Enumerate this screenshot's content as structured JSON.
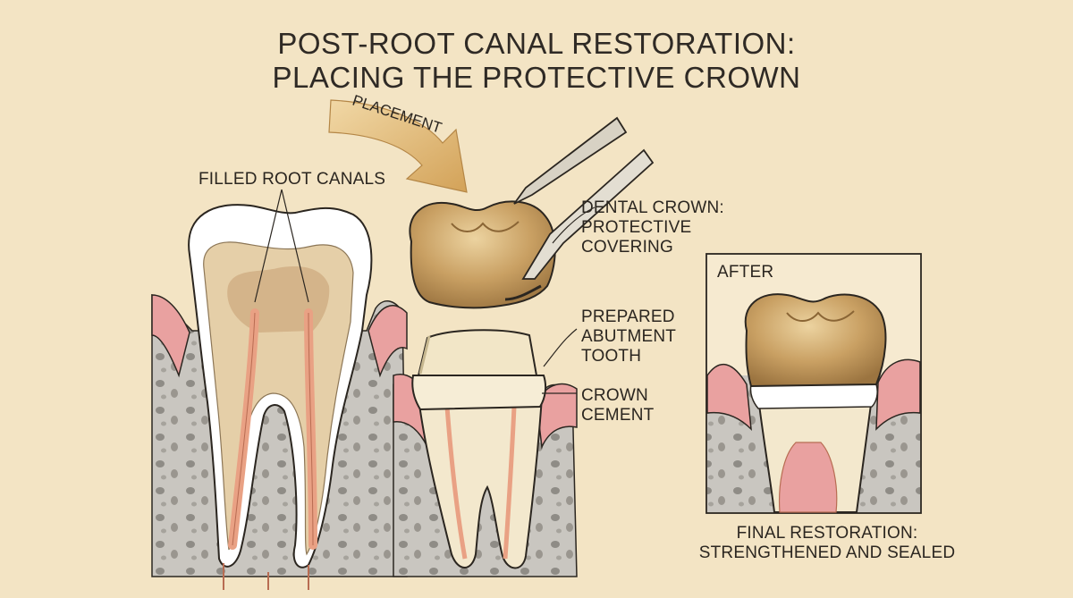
{
  "title": {
    "line1": "POST-ROOT CANAL RESTORATION:",
    "line2": "PLACING THE PROTECTIVE CROWN"
  },
  "arrow_label": "PLACEMENT",
  "labels": {
    "filled_root_canals": "FILLED ROOT CANALS",
    "dental_crown": [
      "DENTAL CROWN:",
      "PROTECTIVE",
      "COVERING"
    ],
    "prepared_abutment": [
      "PREPARED",
      "ABUTMENT",
      "TOOTH"
    ],
    "crown_cement": [
      "CROWN",
      "CEMENT"
    ],
    "after": "AFTER",
    "final_restoration": [
      "FINAL RESTORATION:",
      "STRENGTHENED AND SEALED"
    ]
  },
  "colors": {
    "background": "#f3e4c4",
    "gum": "#e9a1a0",
    "bone": "#c9c6c0",
    "enamel": "#ffffff",
    "dentin": "#e5cfa8",
    "pulp_filling": "#e9a184",
    "crown_gold": "#c8a064",
    "arrow": "#d7ab63",
    "outline": "#2b2620"
  }
}
